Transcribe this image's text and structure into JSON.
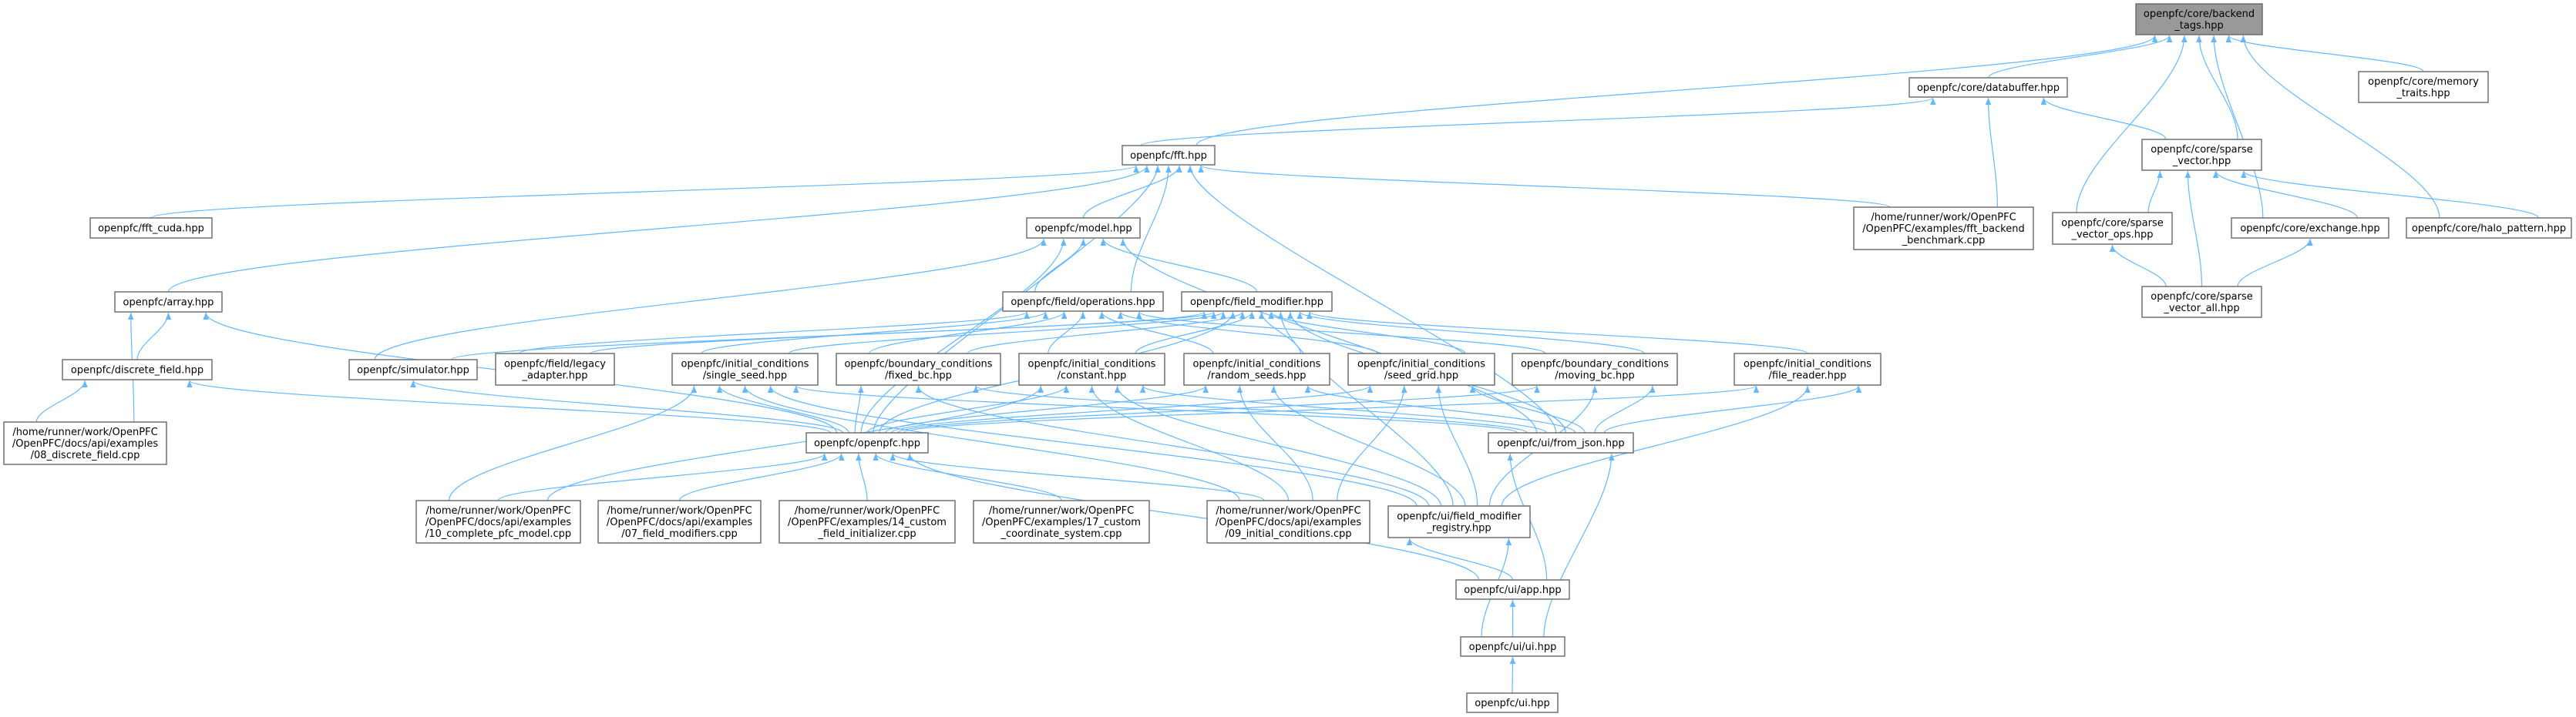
{
  "colors": {
    "edge": "#63b8ff",
    "node_border": "#666666",
    "node_fill": "#ffffff",
    "highlight_fill": "#999999",
    "text": "#000000"
  },
  "graph": {
    "nodes": [
      {
        "id": "backend_tags",
        "lines": [
          "openpfc/core/backend",
          "_tags.hpp"
        ],
        "highlighted": true
      },
      {
        "id": "databuffer",
        "lines": [
          "openpfc/core/databuffer.hpp"
        ]
      },
      {
        "id": "memory_traits",
        "lines": [
          "openpfc/core/memory",
          "_traits.hpp"
        ]
      },
      {
        "id": "fft",
        "lines": [
          "openpfc/fft.hpp"
        ]
      },
      {
        "id": "sparse_vector",
        "lines": [
          "openpfc/core/sparse",
          "_vector.hpp"
        ]
      },
      {
        "id": "fft_cuda",
        "lines": [
          "openpfc/fft_cuda.hpp"
        ]
      },
      {
        "id": "model",
        "lines": [
          "openpfc/model.hpp"
        ]
      },
      {
        "id": "fft_backend_benchmark",
        "lines": [
          "/home/runner/work/OpenPFC",
          "/OpenPFC/examples/fft_backend",
          "_benchmark.cpp"
        ]
      },
      {
        "id": "sparse_vector_ops",
        "lines": [
          "openpfc/core/sparse",
          "_vector_ops.hpp"
        ]
      },
      {
        "id": "exchange",
        "lines": [
          "openpfc/core/exchange.hpp"
        ]
      },
      {
        "id": "halo_pattern",
        "lines": [
          "openpfc/core/halo_pattern.hpp"
        ]
      },
      {
        "id": "array",
        "lines": [
          "openpfc/array.hpp"
        ]
      },
      {
        "id": "field_operations",
        "lines": [
          "openpfc/field/operations.hpp"
        ]
      },
      {
        "id": "field_modifier",
        "lines": [
          "openpfc/field_modifier.hpp"
        ]
      },
      {
        "id": "sparse_vector_all",
        "lines": [
          "openpfc/core/sparse",
          "_vector_all.hpp"
        ]
      },
      {
        "id": "discrete_field",
        "lines": [
          "openpfc/discrete_field.hpp"
        ]
      },
      {
        "id": "simulator",
        "lines": [
          "openpfc/simulator.hpp"
        ]
      },
      {
        "id": "legacy_adapter",
        "lines": [
          "openpfc/field/legacy",
          "_adapter.hpp"
        ]
      },
      {
        "id": "single_seed",
        "lines": [
          "openpfc/initial_conditions",
          "/single_seed.hpp"
        ]
      },
      {
        "id": "fixed_bc",
        "lines": [
          "openpfc/boundary_conditions",
          "/fixed_bc.hpp"
        ]
      },
      {
        "id": "constant",
        "lines": [
          "openpfc/initial_conditions",
          "/constant.hpp"
        ]
      },
      {
        "id": "random_seeds",
        "lines": [
          "openpfc/initial_conditions",
          "/random_seeds.hpp"
        ]
      },
      {
        "id": "seed_grid",
        "lines": [
          "openpfc/initial_conditions",
          "/seed_grid.hpp"
        ]
      },
      {
        "id": "moving_bc",
        "lines": [
          "openpfc/boundary_conditions",
          "/moving_bc.hpp"
        ]
      },
      {
        "id": "file_reader",
        "lines": [
          "openpfc/initial_conditions",
          "/file_reader.hpp"
        ]
      },
      {
        "id": "ex08",
        "lines": [
          "/home/runner/work/OpenPFC",
          "/OpenPFC/docs/api/examples",
          "/08_discrete_field.cpp"
        ]
      },
      {
        "id": "openpfc",
        "lines": [
          "openpfc/openpfc.hpp"
        ]
      },
      {
        "id": "from_json",
        "lines": [
          "openpfc/ui/from_json.hpp"
        ]
      },
      {
        "id": "ex10",
        "lines": [
          "/home/runner/work/OpenPFC",
          "/OpenPFC/docs/api/examples",
          "/10_complete_pfc_model.cpp"
        ]
      },
      {
        "id": "ex07",
        "lines": [
          "/home/runner/work/OpenPFC",
          "/OpenPFC/docs/api/examples",
          "/07_field_modifiers.cpp"
        ]
      },
      {
        "id": "ex14",
        "lines": [
          "/home/runner/work/OpenPFC",
          "/OpenPFC/examples/14_custom",
          "_field_initializer.cpp"
        ]
      },
      {
        "id": "ex17",
        "lines": [
          "/home/runner/work/OpenPFC",
          "/OpenPFC/examples/17_custom",
          "_coordinate_system.cpp"
        ]
      },
      {
        "id": "ex09",
        "lines": [
          "/home/runner/work/OpenPFC",
          "/OpenPFC/docs/api/examples",
          "/09_initial_conditions.cpp"
        ]
      },
      {
        "id": "registry",
        "lines": [
          "openpfc/ui/field_modifier",
          "_registry.hpp"
        ]
      },
      {
        "id": "app",
        "lines": [
          "openpfc/ui/app.hpp"
        ]
      },
      {
        "id": "ui_ui",
        "lines": [
          "openpfc/ui/ui.hpp"
        ]
      },
      {
        "id": "ui",
        "lines": [
          "openpfc/ui.hpp"
        ]
      }
    ],
    "edges": [
      {
        "from": "databuffer",
        "to": "backend_tags"
      },
      {
        "from": "fft",
        "to": "backend_tags"
      },
      {
        "from": "fft",
        "to": "databuffer"
      },
      {
        "from": "sparse_vector",
        "to": "backend_tags"
      },
      {
        "from": "sparse_vector",
        "to": "databuffer"
      },
      {
        "from": "sparse_vector_ops",
        "to": "backend_tags"
      },
      {
        "from": "sparse_vector_ops",
        "to": "sparse_vector"
      },
      {
        "from": "exchange",
        "to": "backend_tags"
      },
      {
        "from": "exchange",
        "to": "sparse_vector"
      },
      {
        "from": "halo_pattern",
        "to": "backend_tags"
      },
      {
        "from": "halo_pattern",
        "to": "sparse_vector"
      },
      {
        "from": "memory_traits",
        "to": "backend_tags"
      },
      {
        "from": "sparse_vector_all",
        "to": "sparse_vector"
      },
      {
        "from": "sparse_vector_all",
        "to": "sparse_vector_ops"
      },
      {
        "from": "sparse_vector_all",
        "to": "exchange"
      },
      {
        "from": "fft_backend_benchmark",
        "to": "databuffer"
      },
      {
        "from": "fft_backend_benchmark",
        "to": "fft"
      },
      {
        "from": "fft_cuda",
        "to": "fft"
      },
      {
        "from": "array",
        "to": "fft"
      },
      {
        "from": "model",
        "to": "fft"
      },
      {
        "from": "field_operations",
        "to": "fft"
      },
      {
        "from": "field_operations",
        "to": "model"
      },
      {
        "from": "field_modifier",
        "to": "model"
      },
      {
        "from": "openpfc",
        "to": "fft"
      },
      {
        "from": "openpfc",
        "to": "model"
      },
      {
        "from": "from_json",
        "to": "fft"
      },
      {
        "from": "from_json",
        "to": "model"
      },
      {
        "from": "simulator",
        "to": "model"
      },
      {
        "from": "discrete_field",
        "to": "array"
      },
      {
        "from": "ex08",
        "to": "array"
      },
      {
        "from": "ex08",
        "to": "discrete_field"
      },
      {
        "from": "openpfc",
        "to": "array"
      },
      {
        "from": "openpfc",
        "to": "discrete_field"
      },
      {
        "from": "openpfc",
        "to": "simulator"
      },
      {
        "from": "simulator",
        "to": "field_modifier"
      },
      {
        "from": "legacy_adapter",
        "to": "field_modifier"
      },
      {
        "from": "legacy_adapter",
        "to": "field_operations"
      },
      {
        "from": "single_seed",
        "to": "field_modifier"
      },
      {
        "from": "single_seed",
        "to": "field_operations"
      },
      {
        "from": "fixed_bc",
        "to": "field_modifier"
      },
      {
        "from": "fixed_bc",
        "to": "field_operations"
      },
      {
        "from": "constant",
        "to": "field_modifier"
      },
      {
        "from": "constant",
        "to": "field_operations"
      },
      {
        "from": "random_seeds",
        "to": "field_modifier"
      },
      {
        "from": "random_seeds",
        "to": "field_operations"
      },
      {
        "from": "seed_grid",
        "to": "field_modifier"
      },
      {
        "from": "seed_grid",
        "to": "field_operations"
      },
      {
        "from": "moving_bc",
        "to": "field_modifier"
      },
      {
        "from": "moving_bc",
        "to": "field_operations"
      },
      {
        "from": "file_reader",
        "to": "field_modifier"
      },
      {
        "from": "openpfc",
        "to": "field_modifier"
      },
      {
        "from": "from_json",
        "to": "field_modifier"
      },
      {
        "from": "registry",
        "to": "field_modifier"
      },
      {
        "from": "openpfc",
        "to": "single_seed"
      },
      {
        "from": "openpfc",
        "to": "fixed_bc"
      },
      {
        "from": "openpfc",
        "to": "constant"
      },
      {
        "from": "openpfc",
        "to": "random_seeds"
      },
      {
        "from": "openpfc",
        "to": "seed_grid"
      },
      {
        "from": "openpfc",
        "to": "moving_bc"
      },
      {
        "from": "openpfc",
        "to": "file_reader"
      },
      {
        "from": "from_json",
        "to": "single_seed"
      },
      {
        "from": "from_json",
        "to": "fixed_bc"
      },
      {
        "from": "from_json",
        "to": "constant"
      },
      {
        "from": "from_json",
        "to": "random_seeds"
      },
      {
        "from": "from_json",
        "to": "seed_grid"
      },
      {
        "from": "from_json",
        "to": "moving_bc"
      },
      {
        "from": "from_json",
        "to": "file_reader"
      },
      {
        "from": "registry",
        "to": "single_seed"
      },
      {
        "from": "registry",
        "to": "fixed_bc"
      },
      {
        "from": "registry",
        "to": "constant"
      },
      {
        "from": "registry",
        "to": "random_seeds"
      },
      {
        "from": "registry",
        "to": "seed_grid"
      },
      {
        "from": "registry",
        "to": "moving_bc"
      },
      {
        "from": "registry",
        "to": "file_reader"
      },
      {
        "from": "ex10",
        "to": "openpfc"
      },
      {
        "from": "ex10",
        "to": "single_seed"
      },
      {
        "from": "ex10",
        "to": "constant"
      },
      {
        "from": "ex07",
        "to": "openpfc"
      },
      {
        "from": "ex14",
        "to": "openpfc"
      },
      {
        "from": "ex17",
        "to": "openpfc"
      },
      {
        "from": "ex09",
        "to": "openpfc"
      },
      {
        "from": "ex09",
        "to": "constant"
      },
      {
        "from": "ex09",
        "to": "random_seeds"
      },
      {
        "from": "ex09",
        "to": "seed_grid"
      },
      {
        "from": "ex09",
        "to": "single_seed"
      },
      {
        "from": "app",
        "to": "openpfc"
      },
      {
        "from": "app",
        "to": "from_json"
      },
      {
        "from": "app",
        "to": "registry"
      },
      {
        "from": "ui_ui",
        "to": "app"
      },
      {
        "from": "ui_ui",
        "to": "from_json"
      },
      {
        "from": "ui_ui",
        "to": "registry"
      },
      {
        "from": "ui",
        "to": "ui_ui"
      }
    ]
  }
}
